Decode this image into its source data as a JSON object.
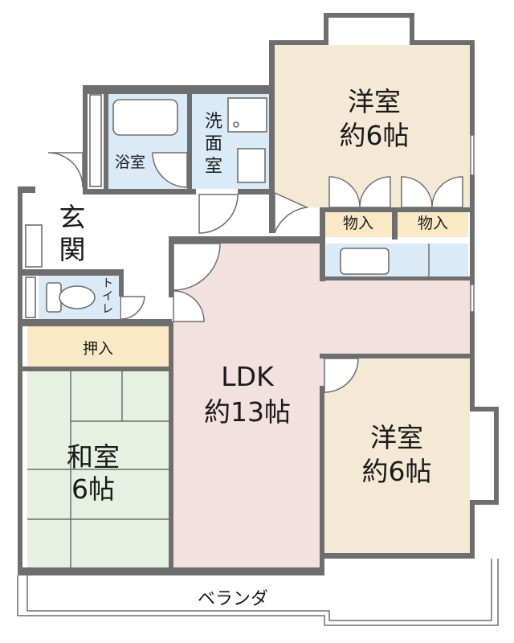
{
  "colors": {
    "western_room": "#f4e9d4",
    "ldk": "#f3e0e0",
    "wet_area": "#dbeaf7",
    "storage": "#fbe9c6",
    "japanese_room": "#e6f1e3",
    "wall": "#6e6e6e"
  },
  "rooms": {
    "western_north": {
      "name": "洋室",
      "size": "約6帖"
    },
    "western_south": {
      "name": "洋室",
      "size": "約6帖"
    },
    "ldk": {
      "name": "LDK",
      "size": "約13帖"
    },
    "japanese": {
      "name": "和室",
      "size": "6帖"
    },
    "bath": {
      "name": "浴室"
    },
    "washroom": {
      "line1": "洗",
      "line2": "面",
      "line3": "室"
    },
    "entrance": {
      "line1": "玄",
      "line2": "関"
    },
    "toilet": {
      "line1": "ト",
      "line2": "イ",
      "line3": "レ"
    },
    "closet_1": {
      "name": "物入"
    },
    "closet_2": {
      "name": "物入"
    },
    "oshiire": {
      "name": "押入"
    },
    "veranda": {
      "name": "ベランダ"
    }
  }
}
